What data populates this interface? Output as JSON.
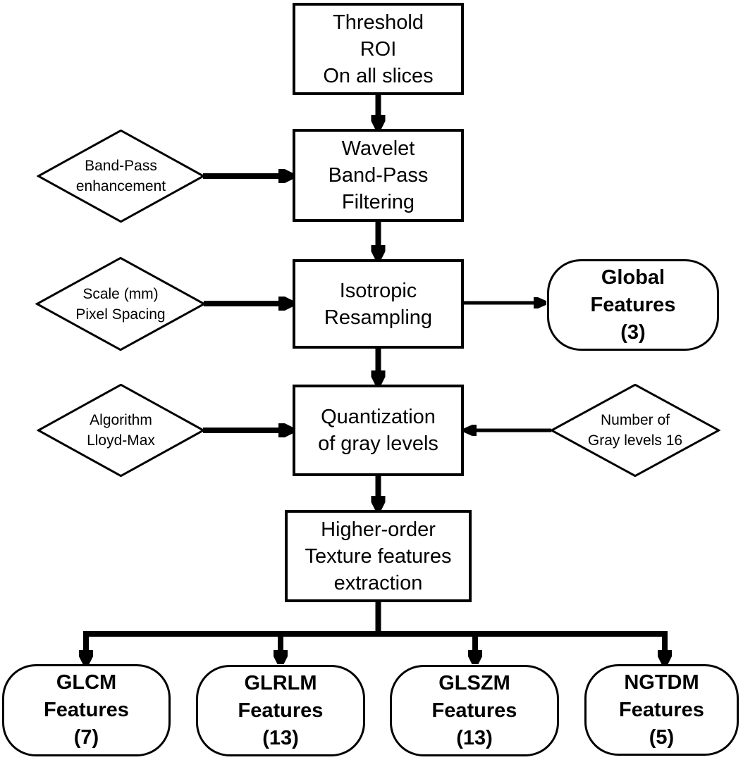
{
  "diagram": {
    "type": "flowchart",
    "colors": {
      "line": "#000000",
      "background": "#ffffff",
      "text": "#000000"
    },
    "nodes": {
      "threshold": {
        "shape": "process",
        "lines": [
          "Threshold",
          "ROI",
          "On all slices"
        ]
      },
      "wavelet": {
        "shape": "process",
        "lines": [
          "Wavelet",
          "Band-Pass",
          "Filtering"
        ]
      },
      "isotropic": {
        "shape": "process",
        "lines": [
          "Isotropic",
          "Resampling"
        ]
      },
      "quantization": {
        "shape": "process",
        "lines": [
          "Quantization",
          "of gray levels"
        ]
      },
      "higher_order": {
        "shape": "process",
        "lines": [
          "Higher-order",
          "Texture features",
          "extraction"
        ]
      },
      "global": {
        "shape": "terminal",
        "lines": [
          "Global",
          "Features",
          "(3)"
        ]
      },
      "glcm": {
        "shape": "terminal",
        "lines": [
          "GLCM",
          "Features",
          "(7)"
        ]
      },
      "glrlm": {
        "shape": "terminal",
        "lines": [
          "GLRLM",
          "Features",
          "(13)"
        ]
      },
      "glszm": {
        "shape": "terminal",
        "lines": [
          "GLSZM",
          "Features",
          "(13)"
        ]
      },
      "ngtdm": {
        "shape": "terminal",
        "lines": [
          "NGTDM",
          "Features",
          "(5)"
        ]
      }
    },
    "params": {
      "band_pass": {
        "shape": "diamond",
        "lines": [
          "Band-Pass",
          "enhancement"
        ]
      },
      "scale": {
        "shape": "diamond",
        "lines": [
          "Scale (mm)",
          "Pixel Spacing"
        ]
      },
      "algorithm": {
        "shape": "diamond",
        "lines": [
          "Algorithm",
          "Lloyd-Max"
        ]
      },
      "gray_levels": {
        "shape": "diamond",
        "lines": [
          "Number of",
          "Gray levels 16"
        ]
      }
    },
    "edges": [
      {
        "from": "threshold",
        "to": "wavelet"
      },
      {
        "from": "band_pass",
        "to": "wavelet"
      },
      {
        "from": "wavelet",
        "to": "isotropic"
      },
      {
        "from": "scale",
        "to": "isotropic"
      },
      {
        "from": "isotropic",
        "to": "global"
      },
      {
        "from": "isotropic",
        "to": "quantization"
      },
      {
        "from": "algorithm",
        "to": "quantization"
      },
      {
        "from": "gray_levels",
        "to": "quantization"
      },
      {
        "from": "quantization",
        "to": "higher_order"
      },
      {
        "from": "higher_order",
        "to": "glcm"
      },
      {
        "from": "higher_order",
        "to": "glrlm"
      },
      {
        "from": "higher_order",
        "to": "glszm"
      },
      {
        "from": "higher_order",
        "to": "ngtdm"
      }
    ]
  }
}
